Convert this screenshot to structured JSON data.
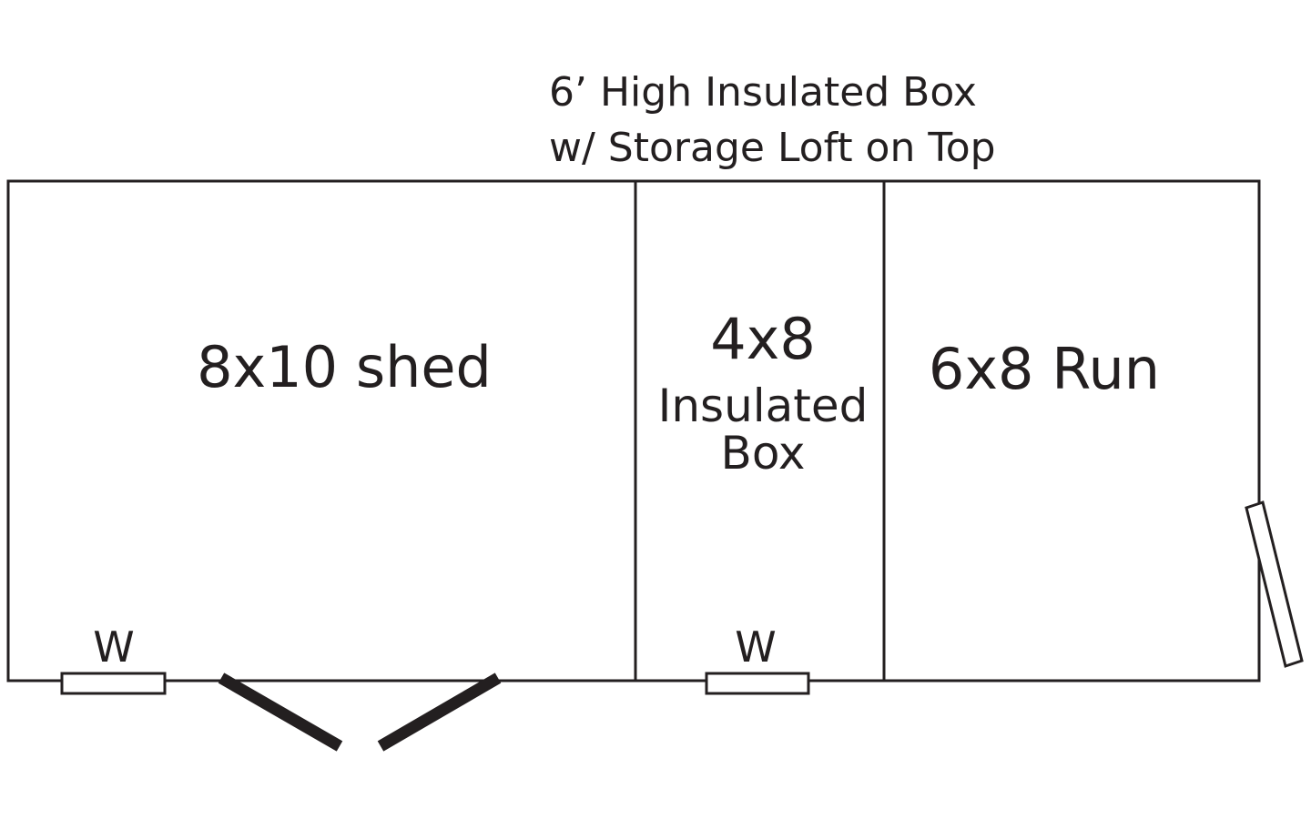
{
  "header": {
    "line1": "6’ High Insulated Box",
    "line2": "w/ Storage Loft on Top"
  },
  "rooms": {
    "shed": {
      "label": "8x10 shed"
    },
    "box": {
      "size": "4x8",
      "line1": "Insulated",
      "line2": "Box"
    },
    "run": {
      "label": "6x8 Run"
    }
  },
  "windows": {
    "shed_window": "W",
    "box_window": "W"
  },
  "colors": {
    "line": "#231f20",
    "background": "#ffffff"
  }
}
